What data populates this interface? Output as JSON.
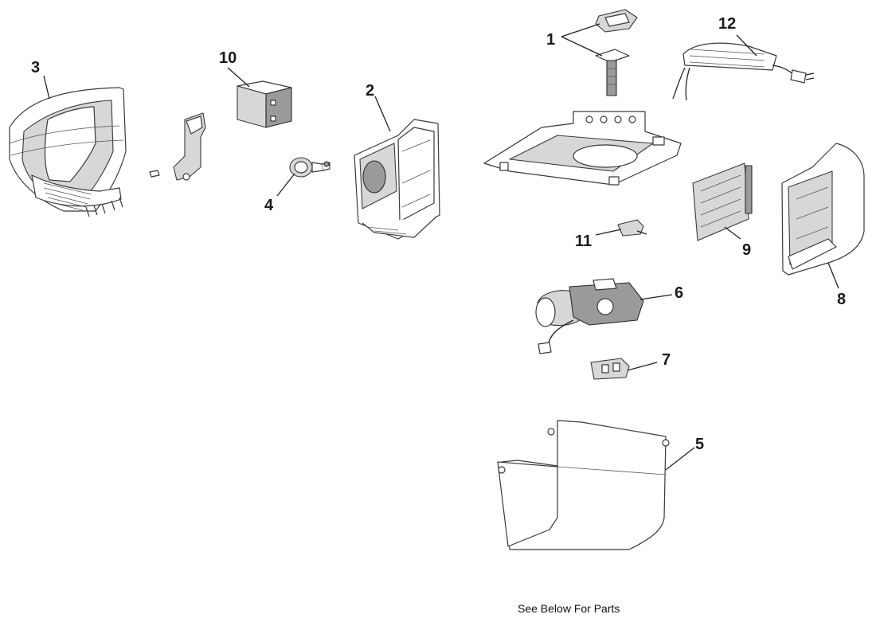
{
  "callouts": {
    "part_1": "1",
    "part_2": "2",
    "part_3": "3",
    "part_4": "4",
    "part_5": "5",
    "part_6": "6",
    "part_7": "7",
    "part_8": "8",
    "part_9": "9",
    "part_10": "10",
    "part_11": "11",
    "part_12": "12"
  },
  "footer": {
    "text": "See Below For Parts"
  }
}
